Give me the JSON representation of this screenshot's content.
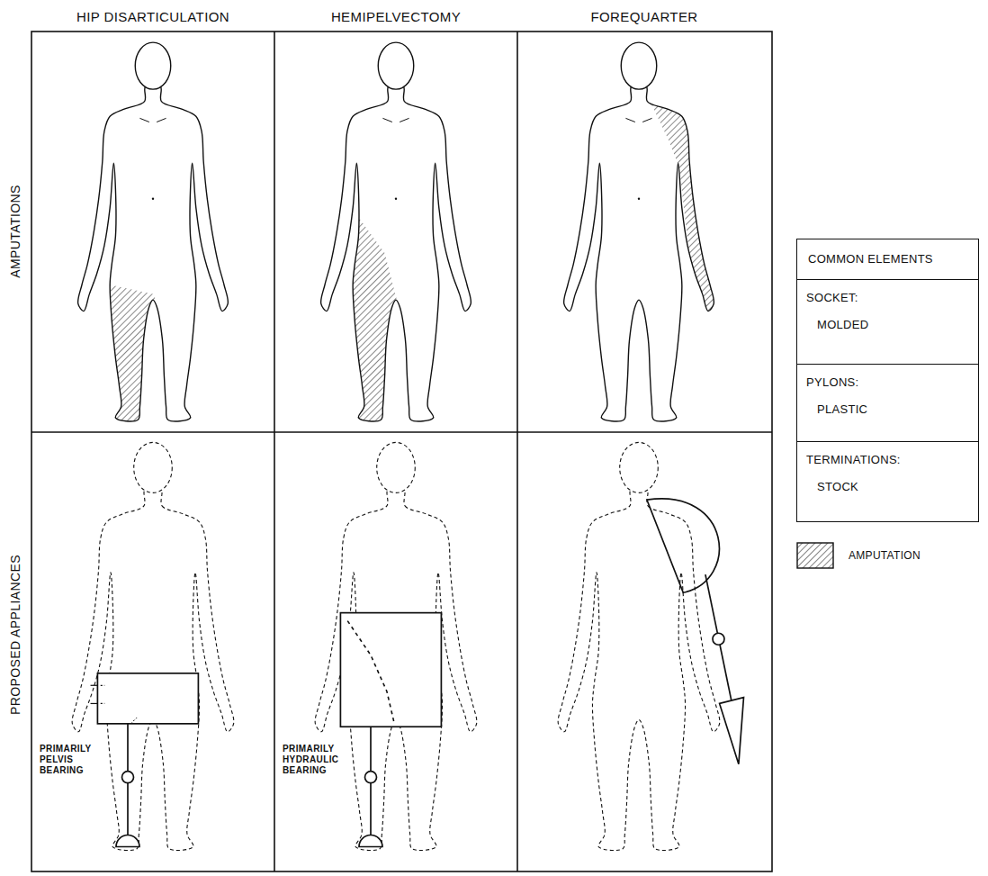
{
  "diagram": {
    "nodes": [
      {
        "text": [
          "COMMON ELEMENTS"
        ]
      },
      {
        "text": [
          "SOCKET:",
          "MOLDED"
        ],
        "in": 0
      },
      {
        "text": [
          "PYLONS:",
          "PLASTIC"
        ],
        "in": 0
      },
      {
        "text": [
          "TERMINATIONS:",
          "STOCK"
        ],
        "in": 0
      }
    ],
    "labels": [
      "HIP DISARTICULATION",
      "HEMIPELVECTOMY",
      "FOREQUARTER",
      "AMPUTATIONS",
      "PROPOSED APPLIANCES",
      "PRIMARILY PELVIS BEARING",
      "PRIMARILY HYDRAULIC BEARING"
    ],
    "legend": [
      {
        "text": "AMPUTATION"
      }
    ]
  }
}
